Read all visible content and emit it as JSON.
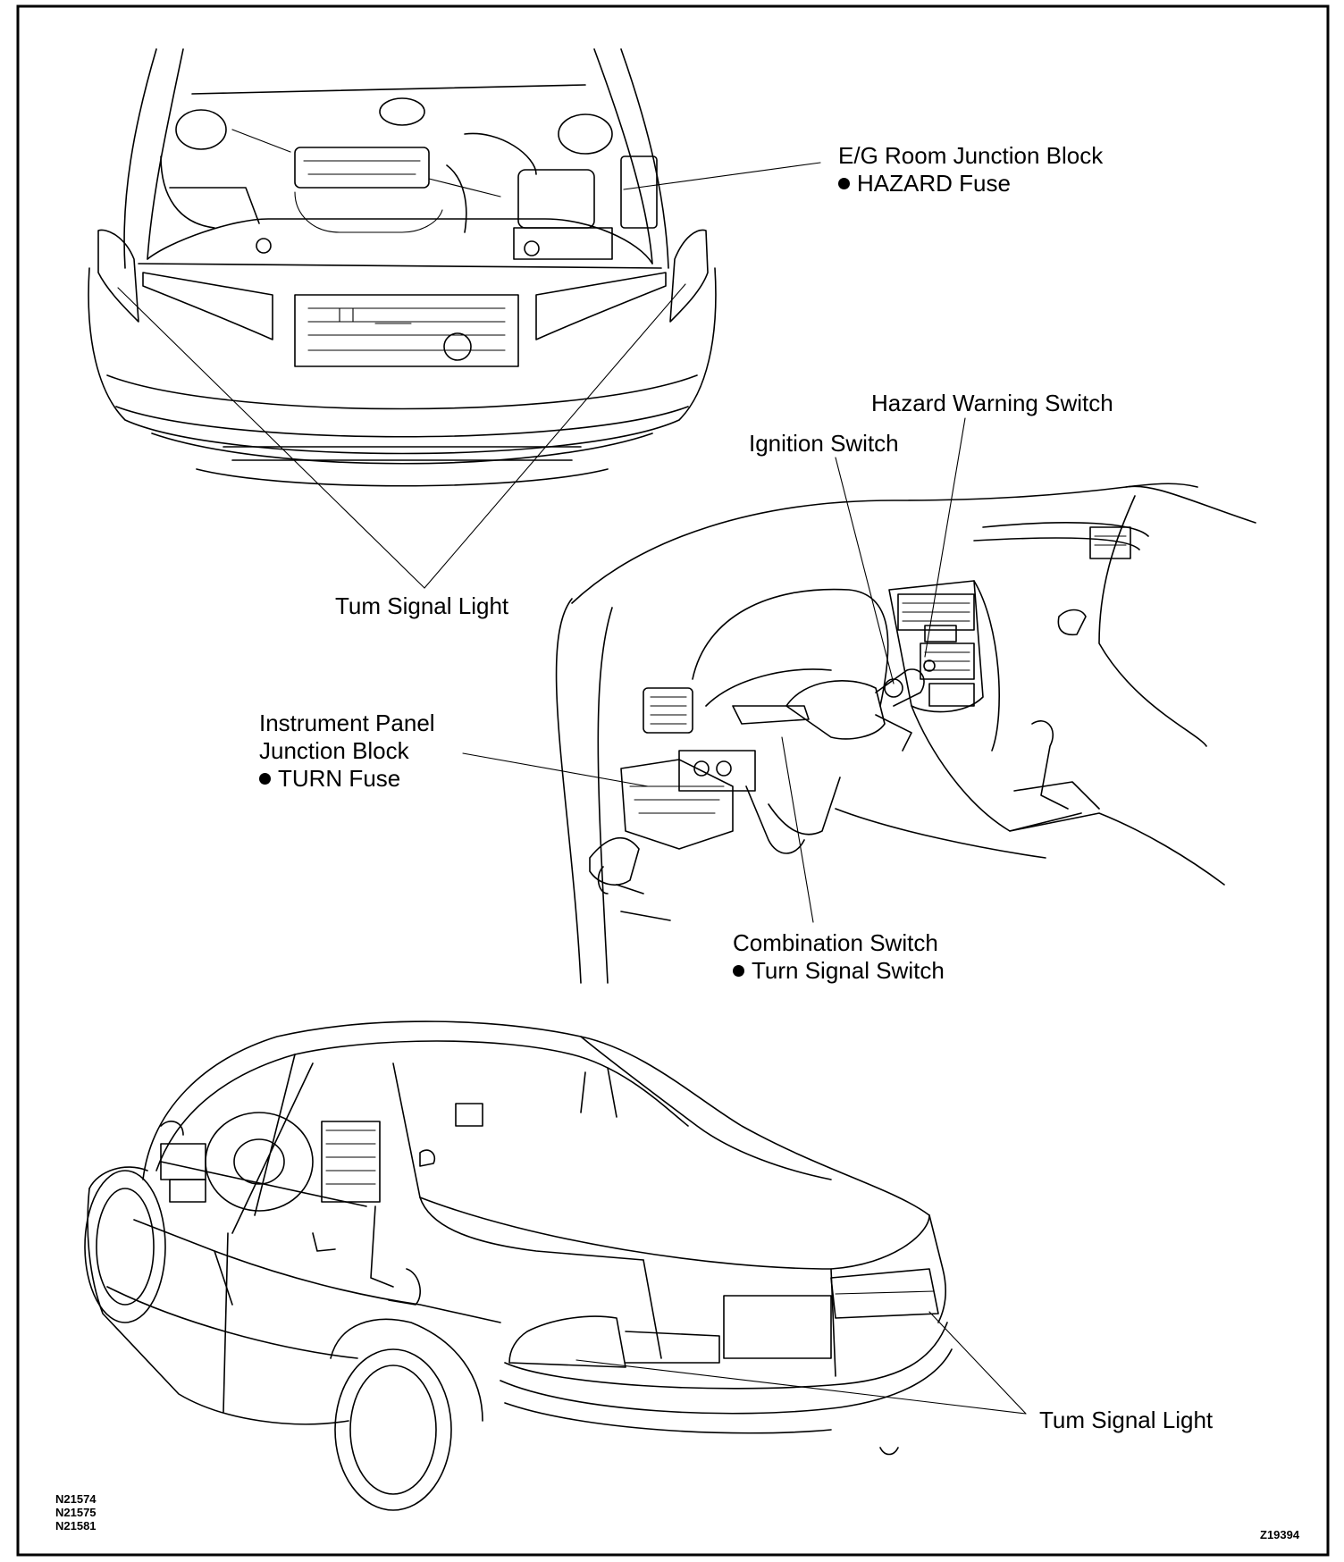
{
  "labels": {
    "eg_junction_block": "E/G Room Junction Block",
    "hazard_fuse": "HAZARD Fuse",
    "hazard_warning_switch": "Hazard Warning Switch",
    "ignition_switch": "Ignition Switch",
    "turn_signal_light_front": "Tum Signal Light",
    "instrument_panel_line1": "Instrument Panel",
    "instrument_panel_line2": "Junction Block",
    "turn_fuse": "TURN Fuse",
    "combination_switch": "Combination Switch",
    "turn_signal_switch": "Turn Signal Switch",
    "turn_signal_light_rear": "Tum Signal Light"
  },
  "codes": {
    "left": [
      "N21574",
      "N21575",
      "N21581"
    ],
    "right": "Z19394"
  }
}
